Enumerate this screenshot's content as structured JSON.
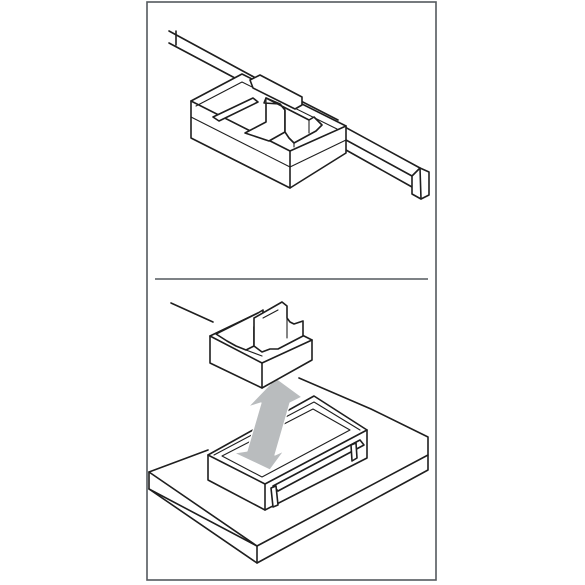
{
  "diagram": {
    "panels": [
      {
        "id": "top",
        "content": "drawer-rail-with-mounted-divided-tray"
      },
      {
        "id": "bottom",
        "content": "insert-lifted-from-tray-on-shelf"
      }
    ],
    "arrow": {
      "direction": "up-down"
    },
    "colors": {
      "line": "#1f1f1f",
      "frame": "#54595e",
      "arrow": "#b9bcbe",
      "background": "#ffffff"
    }
  }
}
